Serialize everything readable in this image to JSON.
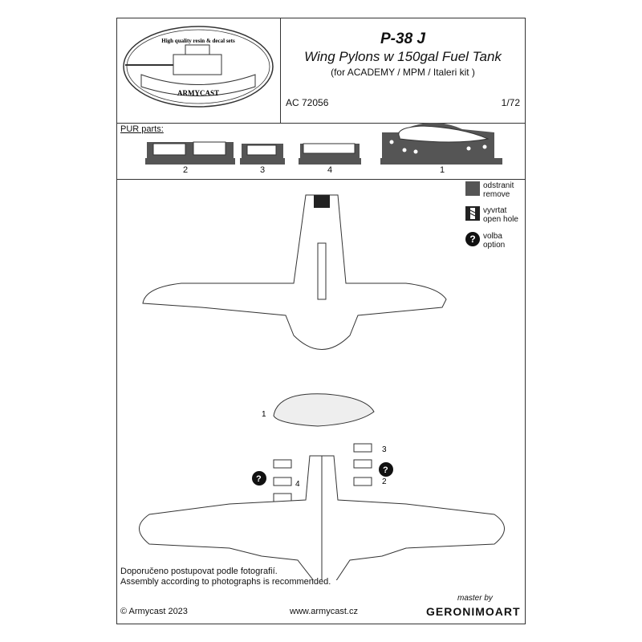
{
  "logo": {
    "tagline": "High quality resin & decal sets",
    "brand": "ARMYCAST"
  },
  "header": {
    "title": "P-38 J",
    "subtitle": "Wing Pylons w 150gal Fuel Tank",
    "kit": "(for  ACADEMY / MPM / Italeri kit )",
    "code": "AC 72056",
    "scale": "1/72"
  },
  "parts": {
    "heading": "PUR parts:",
    "items": [
      {
        "label": "2"
      },
      {
        "label": "3"
      },
      {
        "label": "4"
      },
      {
        "label": "1"
      }
    ]
  },
  "legend": [
    {
      "icon": "remove-swatch",
      "cz": "odstranit",
      "en": "remove"
    },
    {
      "icon": "drill-hole-icon",
      "cz": "vyvrtat",
      "en": "open hole"
    },
    {
      "icon": "question-icon",
      "cz": "volba",
      "en": "option"
    }
  ],
  "callouts": [
    "1",
    "3",
    "2",
    "4"
  ],
  "notes": {
    "cz": "Doporučeno postupovat podle fotografií.",
    "en": "Assembly according to photographs is recommended."
  },
  "footer": {
    "copyright": "© Armycast 2023",
    "website": "www.armycast.cz",
    "master_by": "master by",
    "master_brand": "GERONIMOART"
  },
  "colors": {
    "resin": "#555555",
    "line": "#333333"
  }
}
